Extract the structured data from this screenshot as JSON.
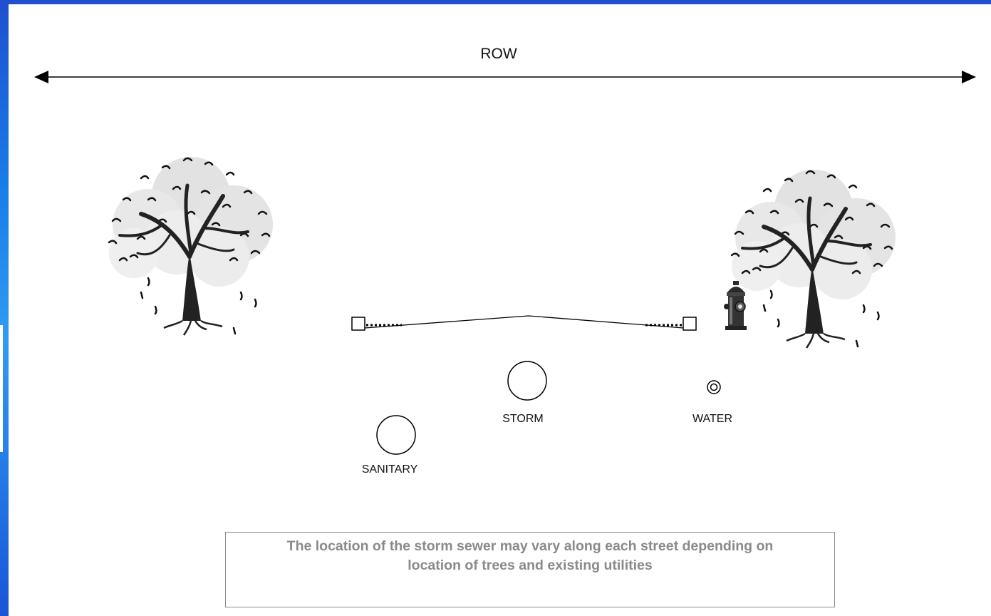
{
  "diagram": {
    "row_label": "ROW",
    "labels": {
      "storm": "STORM",
      "water": "WATER",
      "sanitary": "SANITARY"
    },
    "note": {
      "line1": "The location of the storm sewer may vary along each street depending on",
      "line2": "location of trees and existing utilities"
    }
  },
  "icons": [
    "tree-icon",
    "fire-hydrant-icon",
    "storm-pipe-icon",
    "water-pipe-icon",
    "sanitary-pipe-icon",
    "catch-basin-icon",
    "arrowhead-icon"
  ],
  "colors": {
    "background": "#1a7ce8",
    "canvas": "#ffffff",
    "line": "#000000",
    "note_text": "#8a8a8a",
    "note_border": "#8c8c8c"
  }
}
